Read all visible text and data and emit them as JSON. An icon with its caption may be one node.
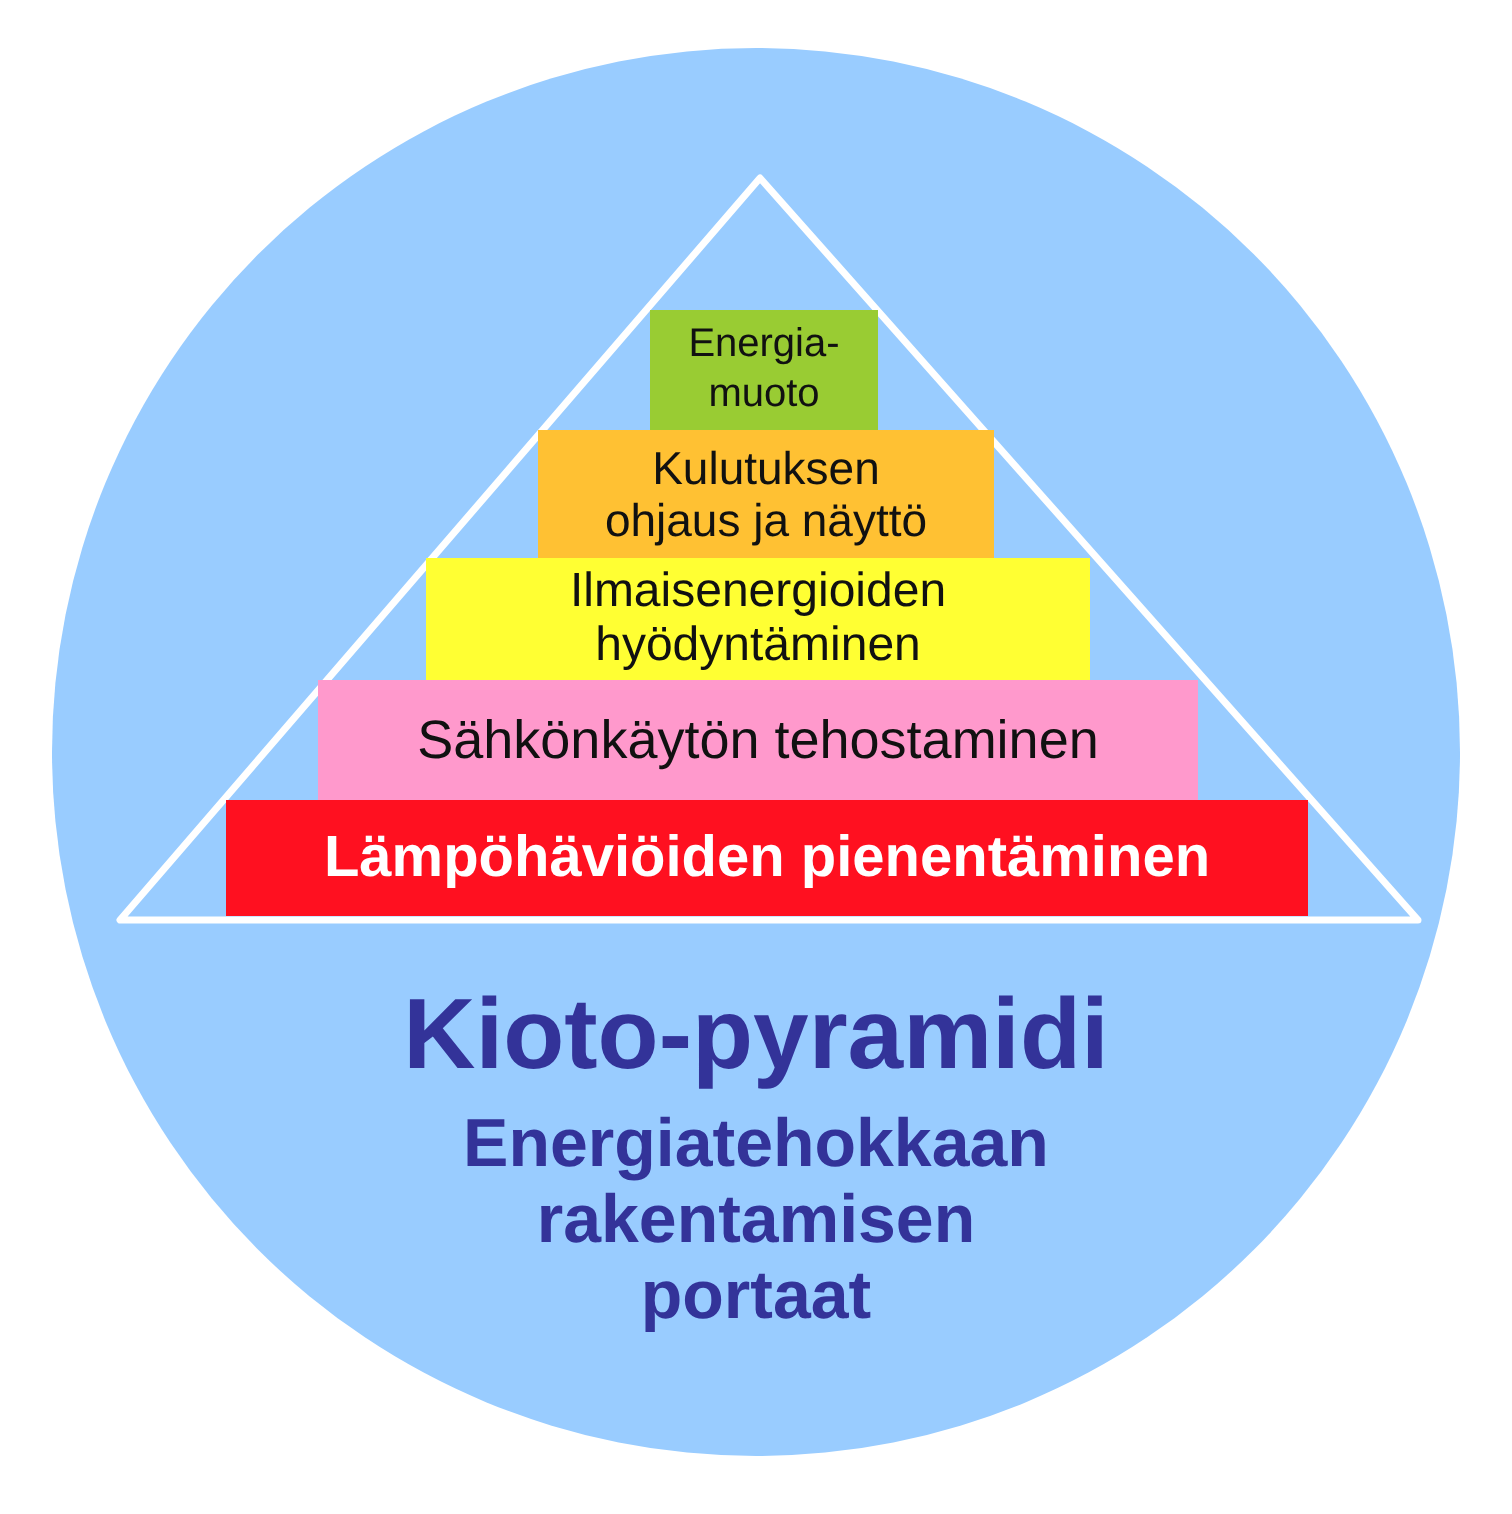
{
  "diagram": {
    "nodes": [
      {
        "text": [
          "Kioto-pyramidi",
          "Energiatehokkaan rakentamisen portaat"
        ]
      },
      {
        "text": [],
        "shape": "triangle",
        "in": 0
      },
      {
        "text": [
          "Energia-muoto"
        ],
        "in": 1
      },
      {
        "text": [
          "Kulutuksen ohjaus ja näyttö"
        ],
        "in": 1
      },
      {
        "text": [
          "Ilmaisenergioiden hyödyntäminen"
        ],
        "in": 1
      },
      {
        "text": [
          "Sähkönkäytön tehostaminen"
        ],
        "in": 1
      },
      {
        "text": [
          "Lämpöhäviöiden pienentäminen"
        ],
        "in": 1
      }
    ]
  }
}
